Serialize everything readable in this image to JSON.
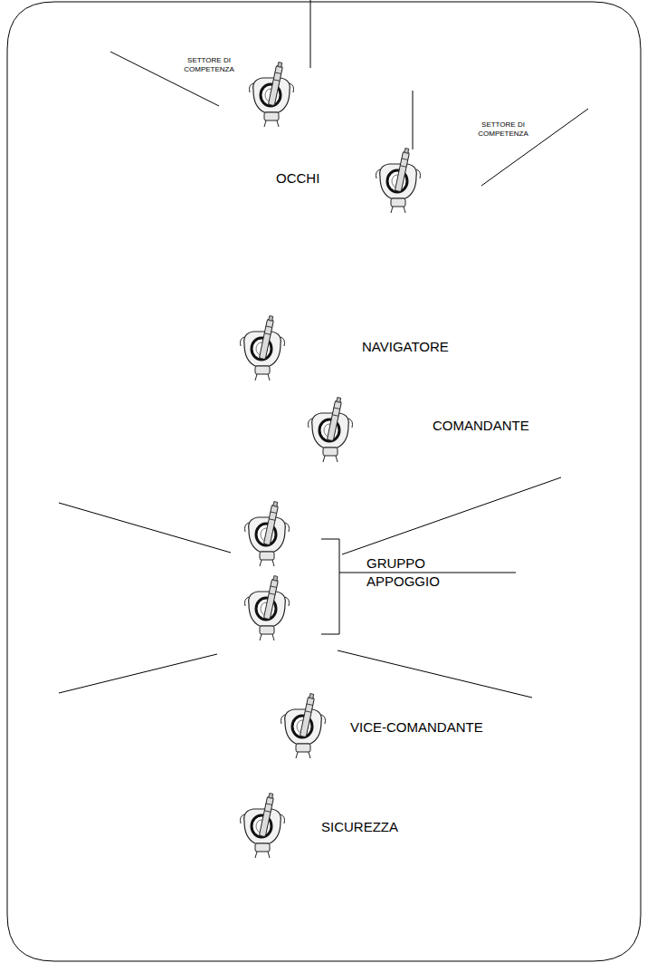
{
  "diagram": {
    "labels": [
      "SETTORE DI COMPETENZA",
      "SETTORE DI COMPETENZA",
      "OCCHI",
      "NAVIGATORE",
      "COMANDANTE",
      "GRUPPO APPOGGIO",
      "VICE-COMANDANTE",
      "SICUREZZA"
    ]
  }
}
